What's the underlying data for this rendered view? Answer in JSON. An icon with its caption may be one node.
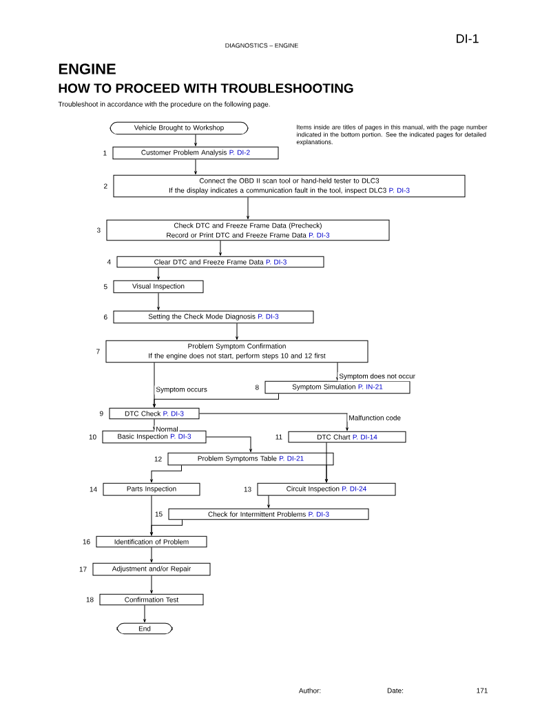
{
  "diagram": {
    "title": "HOW TO PROCEED WITH TROUBLESHOOTING",
    "nodes": [
      {
        "text": [
          "Vehicle Brought to Workshop"
        ]
      },
      {
        "text": [
          "Customer Problem Analysis",
          "P. DI-2"
        ],
        "beside": [
          "1"
        ]
      },
      {
        "text": [
          "Connect the OBD II scan tool or hand-held tester to DLC3",
          "If the display indicates a communication fault in the tool, inspect DLC3",
          "P. DI-3"
        ],
        "beside": [
          "2"
        ]
      },
      {
        "text": [
          "Check DTC and Freeze Frame Data (Precheck)",
          "Record or Print DTC and Freeze Frame Data",
          "P. DI-3"
        ],
        "beside": [
          "3"
        ]
      },
      {
        "text": [
          "Clear DTC and Freeze Frame Data",
          "P. DI-3"
        ],
        "beside": [
          "4"
        ]
      },
      {
        "text": [
          "Visual Inspection"
        ],
        "beside": [
          "5"
        ]
      },
      {
        "text": [
          "Setting the Check Mode Diagnosis",
          "P. DI-3"
        ],
        "beside": [
          "6"
        ]
      },
      {
        "text": [
          "Problem Symptom Confirmation",
          "If the engine does not start, perform steps 10 and 12 first"
        ],
        "beside": [
          "7"
        ]
      },
      {
        "text": [
          "Symptom Simulation",
          "P. IN-21"
        ],
        "beside": [
          "8"
        ]
      },
      {
        "text": [
          "DTC Check",
          "P. DI-3"
        ],
        "beside": [
          "9"
        ]
      },
      {
        "text": [
          "Basic Inspection",
          "P. DI-3"
        ],
        "beside": [
          "10"
        ]
      },
      {
        "text": [
          "DTC Chart",
          "P. DI-14"
        ],
        "beside": [
          "11"
        ]
      },
      {
        "text": [
          "Problem Symptoms Table",
          "P. DI-21"
        ],
        "beside": [
          "12"
        ]
      },
      {
        "text": [
          "Circuit Inspection",
          "P. DI-24"
        ],
        "beside": [
          "13"
        ]
      },
      {
        "text": [
          "Parts Inspection"
        ],
        "beside": [
          "14"
        ]
      },
      {
        "text": [
          "Check for Intermittent Problems",
          "P. DI-3"
        ],
        "beside": [
          "15"
        ]
      },
      {
        "text": [
          "Identification of Problem"
        ],
        "beside": [
          "16"
        ]
      },
      {
        "text": [
          "Adjustment and/or Repair"
        ],
        "beside": [
          "17"
        ]
      },
      {
        "text": [
          "Confirmation Test"
        ],
        "beside": [
          "18"
        ]
      },
      {
        "text": [
          "End"
        ]
      }
    ],
    "edges": [
      {
        "from": 0,
        "to": 1,
        "arrow": "to"
      },
      {
        "from": 1,
        "to": 2,
        "arrow": "to"
      },
      {
        "from": 2,
        "to": 3,
        "arrow": "to"
      },
      {
        "from": 3,
        "to": 4,
        "arrow": "to"
      },
      {
        "from": 4,
        "to": 5,
        "arrow": "to"
      },
      {
        "from": 5,
        "to": 6,
        "arrow": "to"
      },
      {
        "from": 6,
        "to": 7,
        "arrow": "to"
      },
      {
        "from": 7,
        "to": 8,
        "arrow": "to",
        "label": "Symptom does not occur"
      },
      {
        "from": 7,
        "to": 9,
        "arrow": "to",
        "label": "Symptom occurs"
      },
      {
        "from": 8,
        "to": 9,
        "arrow": "to"
      },
      {
        "from": 9,
        "to": 10,
        "arrow": "to",
        "label": "Normal"
      },
      {
        "from": 9,
        "to": 11,
        "arrow": "to",
        "label": "Malfunction code"
      },
      {
        "from": 10,
        "to": 12,
        "arrow": "to"
      },
      {
        "from": 11,
        "to": 13,
        "arrow": "to"
      },
      {
        "from": 12,
        "to": 13,
        "arrow": "to"
      },
      {
        "from": 12,
        "to": 14,
        "arrow": "to"
      },
      {
        "from": 13,
        "to": 15,
        "arrow": "to"
      },
      {
        "from": 14,
        "to": 16,
        "arrow": "to"
      },
      {
        "from": 15,
        "to": 16,
        "arrow": "to"
      },
      {
        "from": 16,
        "to": 17,
        "arrow": "to"
      },
      {
        "from": 17,
        "to": 18,
        "arrow": "to"
      },
      {
        "from": 18,
        "to": 19,
        "arrow": "to"
      }
    ],
    "labels": [
      "DI-1",
      "DIAGNOSTICS – ENGINE",
      "ENGINE",
      "Troubleshoot in accordance with the procedure on the following page.",
      "Items inside are titles of pages in this manual, with the page number indicated in the bottom portion. See the indicated pages for detailed explanations.",
      "Author:",
      "Date:",
      "171"
    ]
  }
}
